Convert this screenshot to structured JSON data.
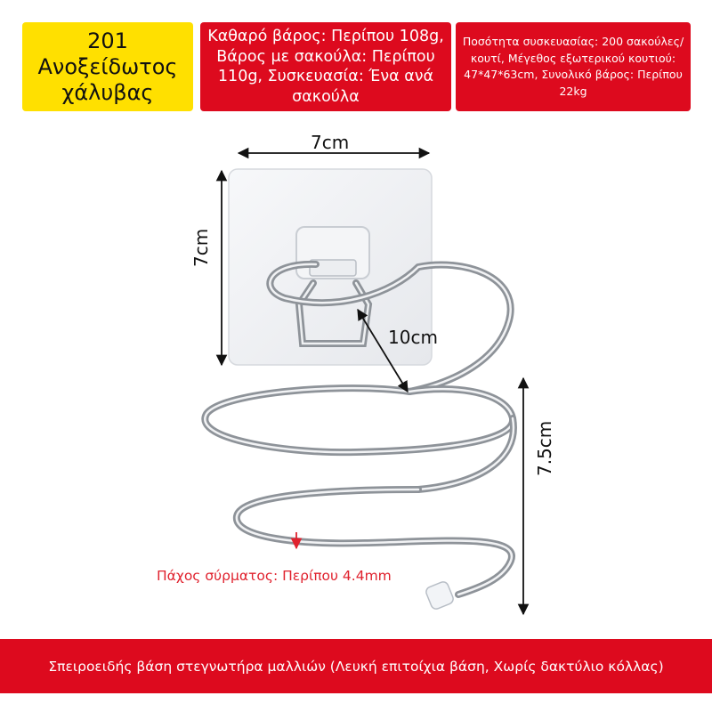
{
  "badges": {
    "model": "201\nΑνοξείδωτος\nχάλυβας",
    "weight": "Καθαρό βάρος: Περίπου 108g, Βάρος με σακούλα: Περίπου 110g, Συσκευασία: Ένα ανά σακούλα",
    "packing": "Ποσότητα συσκευασίας: 200 σακούλες/κουτί, Μέγεθος εξωτερικού κουτιού: 47*47*63cm, Συνολικό βάρος: Περίπου 22kg"
  },
  "dimensions": {
    "width": "7cm",
    "height": "7cm",
    "diameter": "10cm",
    "depth": "7.5cm"
  },
  "wire_note": "Πάχος σύρματος: Περίπου 4.4mm",
  "footer_title": "Σπειροειδής βάση στεγνωτήρα μαλλιών (Λευκή επιτοίχια βάση, Χωρίς δακτύλιο κόλλας)",
  "colors": {
    "accent_red": "#dd0a1e",
    "accent_yellow": "#ffe000"
  }
}
